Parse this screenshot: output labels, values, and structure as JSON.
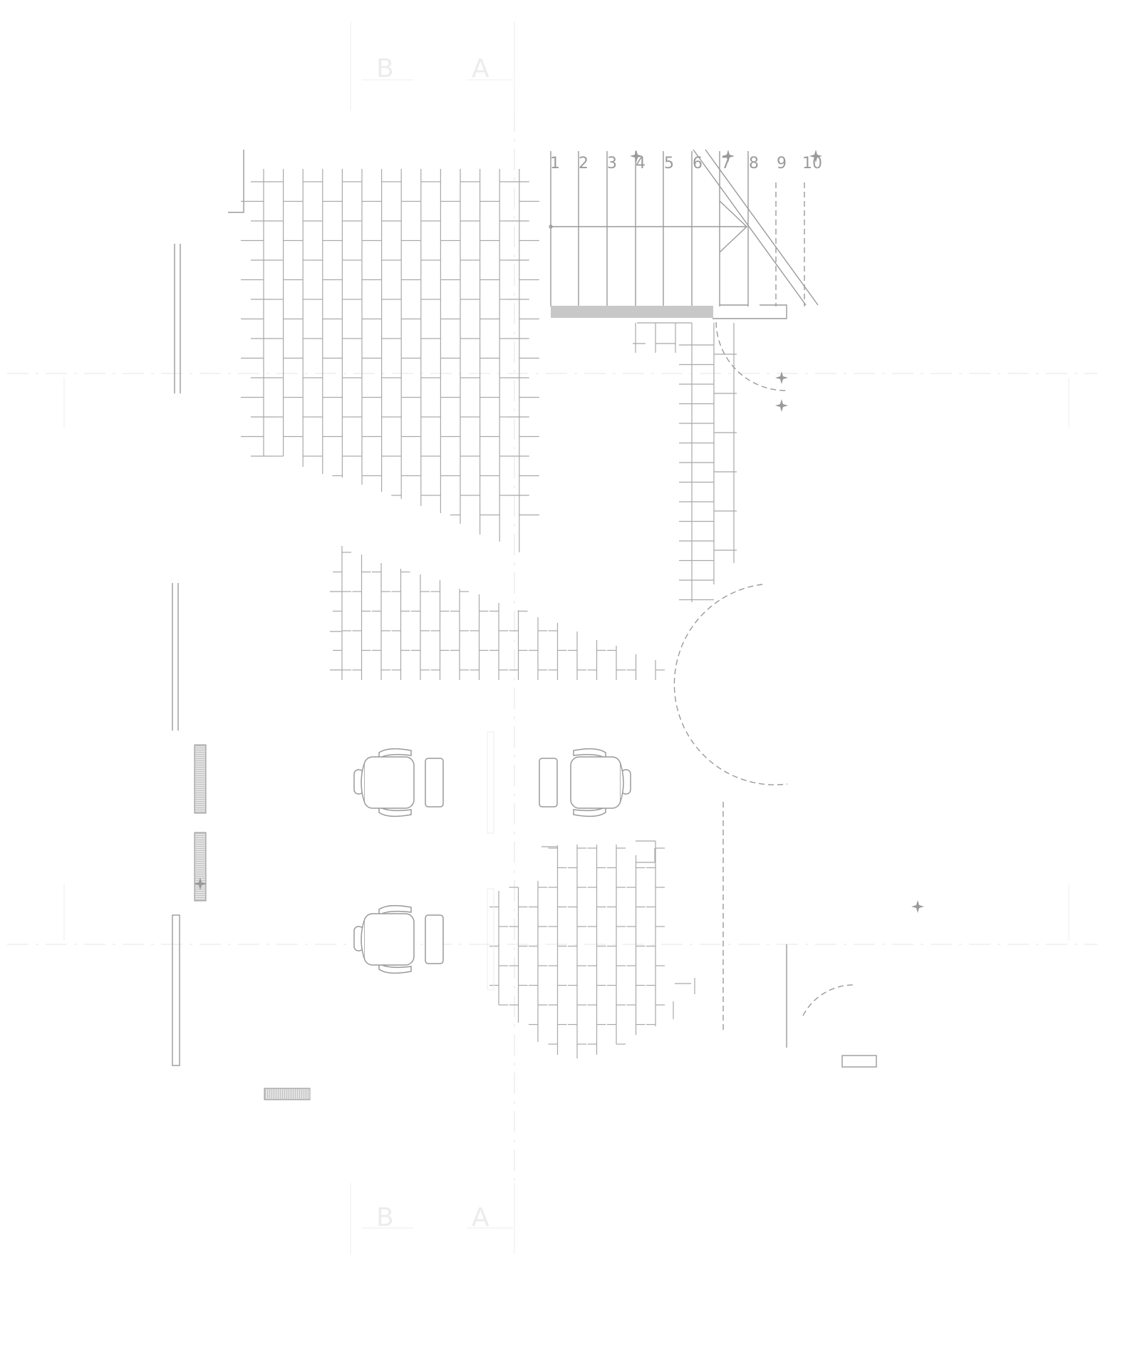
{
  "drawing": {
    "grid_labels": [
      "1",
      "2",
      "3",
      "4",
      "5",
      "6",
      "7",
      "8",
      "9",
      "10"
    ],
    "axis_labels_top": [
      "B",
      "A"
    ],
    "axis_labels_bottom": [
      "B",
      "A"
    ]
  },
  "colors": {
    "line": "#9a9a9a",
    "faint_line": "#ececec",
    "fill": "#c8c8c8",
    "background": "#ffffff"
  }
}
